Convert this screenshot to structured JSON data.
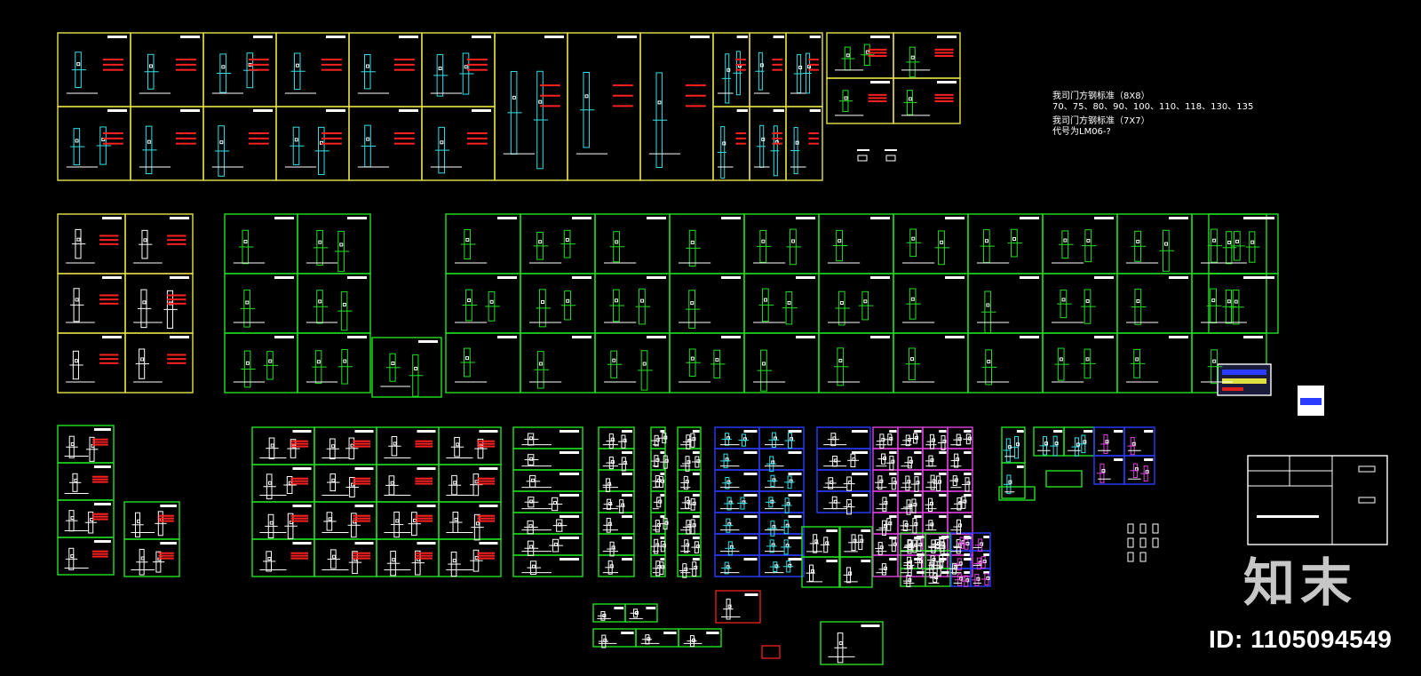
{
  "drawing": {
    "palette": {
      "background": "#000000",
      "yellow_frame": "#e8e24a",
      "green_frame": "#22e022",
      "blue_frame": "#2a3cff",
      "magenta_frame": "#e040e0",
      "red_frame": "#e01e1e",
      "white_frame": "#ffffff",
      "cyan_detail": "#33e0e8",
      "red_text": "#ff2020"
    },
    "notes": {
      "line1": "我司门方钢标准（8X8）",
      "line2": "70、75、80、90、100、110、118、130、135",
      "line3": "我司门方钢标准（7X7）",
      "line4": "代号为LM06-?"
    }
  },
  "watermark": {
    "brand_text": "知末",
    "id_text": "ID: 1105094549"
  }
}
